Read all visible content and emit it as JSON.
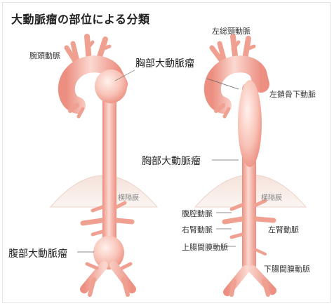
{
  "title": "大動脈瘤の部位による分類",
  "left_figure": {
    "brachiocephalic_label": "腕頭動脈",
    "thoracic_aneurysm_label": "胸部大動脈瘤",
    "diaphragm_label": "横隔膜",
    "abdominal_aneurysm_label": "腹部大動脈瘤"
  },
  "right_figure": {
    "left_common_carotid_label": "左総頸動脈",
    "left_subclavian_label": "左鎖骨下動脈",
    "thoracic_aneurysm_label": "胸部大動脈瘤",
    "diaphragm_label": "横隔膜",
    "celiac_label": "腹腔動脈",
    "right_renal_label": "右腎動脈",
    "left_renal_label": "左腎動脈",
    "superior_mesenteric_label": "上腸間膜動脈",
    "inferior_mesenteric_label": "下腸間膜動脈"
  },
  "colors": {
    "vessel": "#f2a093",
    "vessel_light": "#fbd9d1",
    "vessel_edge": "#e3887a",
    "diaphragm": "#f7ece7"
  }
}
